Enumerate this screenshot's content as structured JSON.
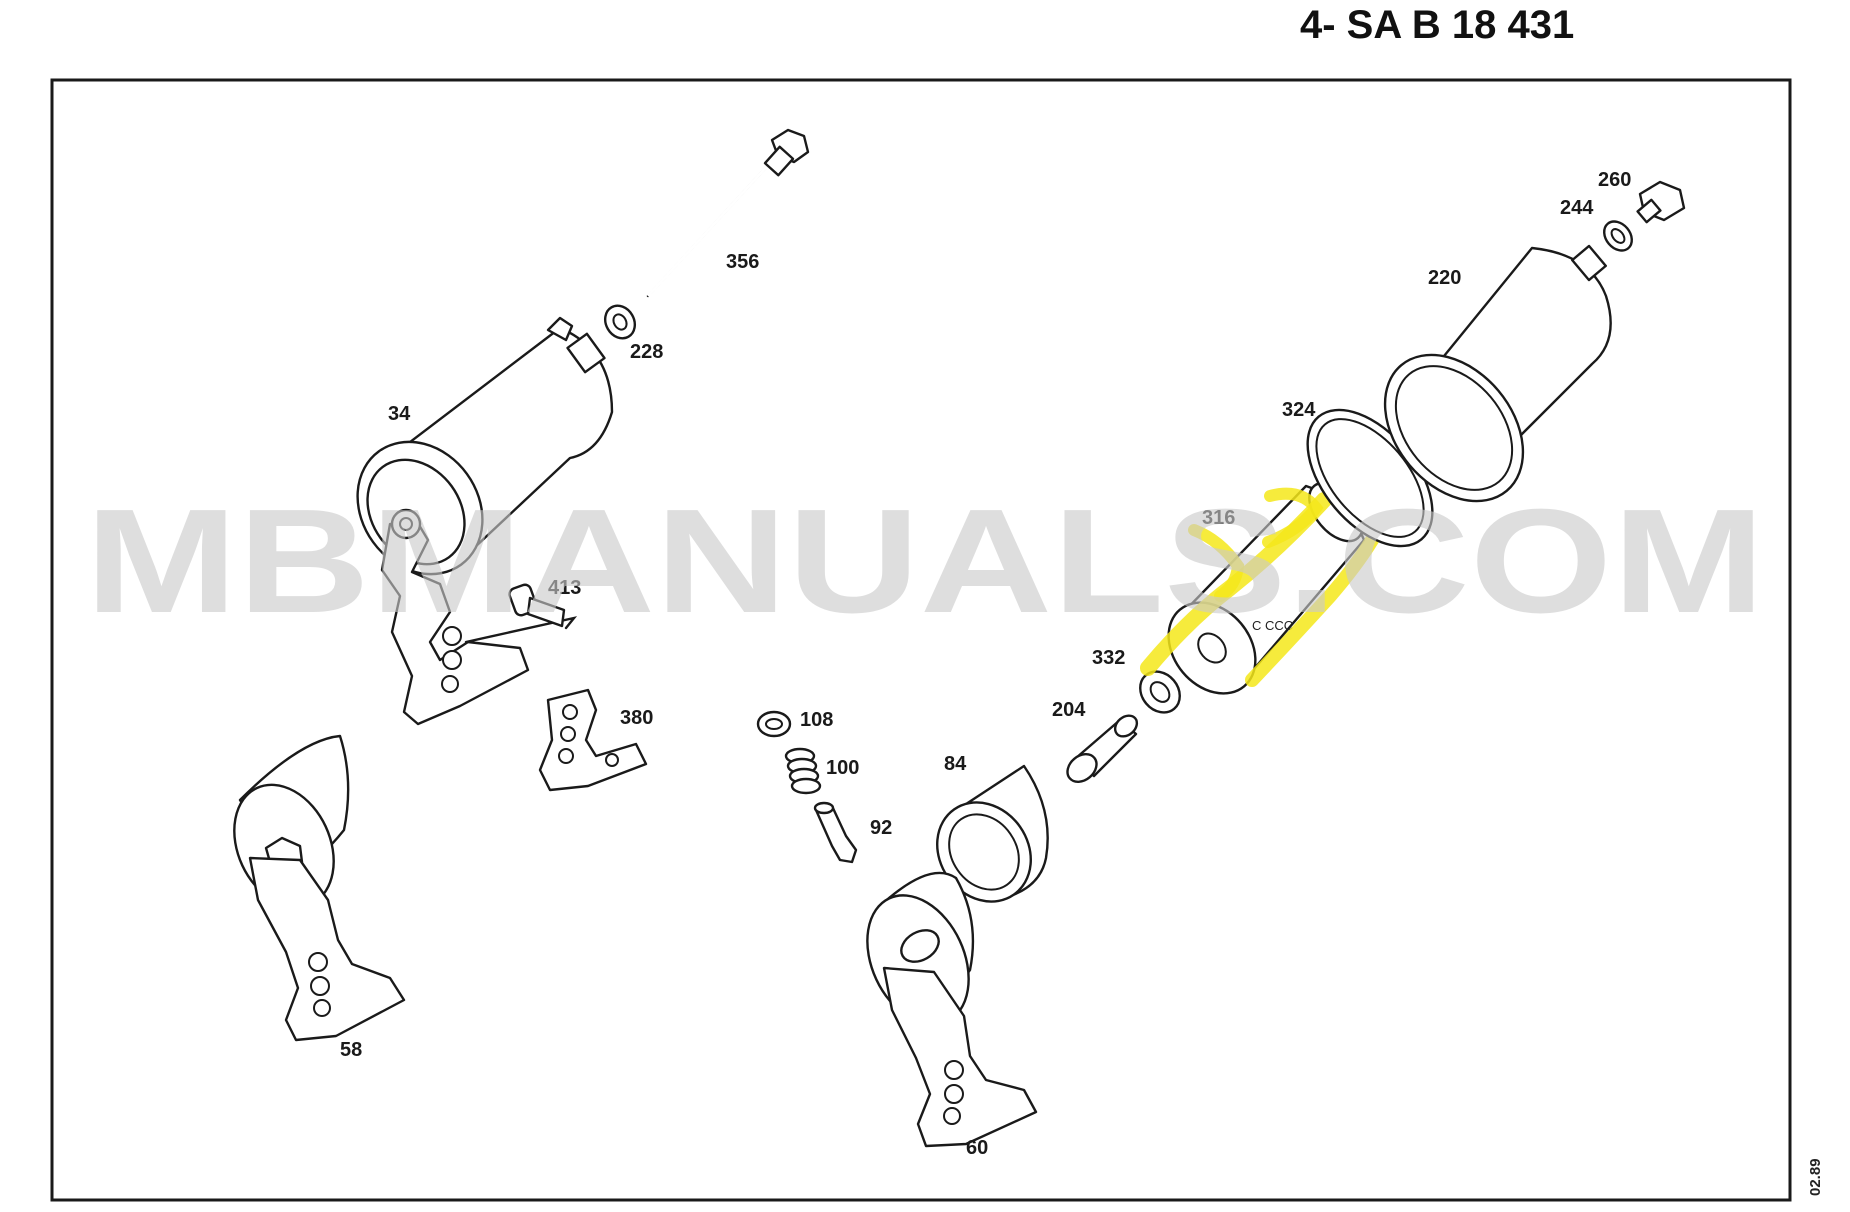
{
  "header": {
    "code": "4- SA B 18 431"
  },
  "watermark": {
    "text": "MBMANUALS.COM"
  },
  "footer": {
    "date_code": "02.89"
  },
  "highlight": {
    "color": "#f5e81a",
    "target_part": "316"
  },
  "filter_markings": {
    "text": "C CCC"
  },
  "parts": {
    "p356": "356",
    "p228": "228",
    "p34": "34",
    "p413": "413",
    "p380": "380",
    "p58": "58",
    "p108": "108",
    "p100": "100",
    "p92": "92",
    "p84": "84",
    "p60": "60",
    "p204": "204",
    "p332": "332",
    "p316": "316",
    "p324": "324",
    "p220": "220",
    "p244": "244",
    "p260": "260"
  }
}
